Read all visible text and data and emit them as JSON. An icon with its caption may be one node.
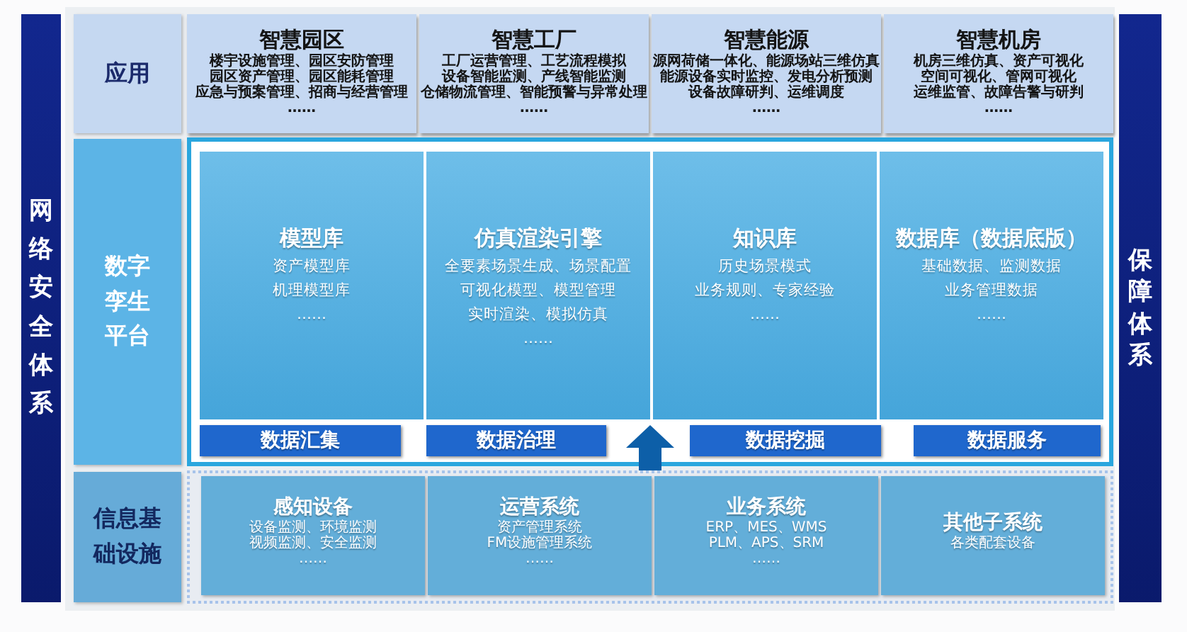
{
  "diagram": {
    "nodes": [
      {
        "text": [
          "网络安全体系"
        ]
      },
      {
        "text": [
          "应用"
        ]
      },
      {
        "text": [
          "智慧园区",
          "楼宇设施管理、园区安防管理",
          "园区资产管理、园区能耗管理",
          "应急与预案管理、招商与经营管理",
          "……"
        ]
      },
      {
        "text": [
          "智慧工厂",
          "工厂运营管理、工艺流程模拟",
          "设备智能监测、产线智能监测",
          "仓储物流管理、智能预警与异常处理",
          "……"
        ]
      },
      {
        "text": [
          "智慧能源",
          "源网荷储一体化、能源场站三维仿真",
          "能源设备实时监控、发电分析预测",
          "设备故障研判、运维调度",
          "……"
        ]
      },
      {
        "text": [
          "智慧机房",
          "机房三维仿真、资产可视化",
          "空间可视化、管网可视化",
          "运维监管、故障告警与研判",
          "……"
        ]
      },
      {
        "text": [
          "数字孪生平台"
        ]
      },
      {
        "text": [],
        "shape": "box"
      },
      {
        "text": [
          "模型库",
          "资产模型库",
          "机理模型库",
          "……"
        ],
        "in": 7
      },
      {
        "text": [
          "仿真渲染引擎",
          "全要素场景生成、场景配置",
          "可视化模型、模型管理",
          "实时渲染、模拟仿真",
          "……"
        ],
        "in": 7
      },
      {
        "text": [
          "知识库",
          "历史场景模式",
          "业务规则、专家经验",
          "……"
        ],
        "in": 7
      },
      {
        "text": [
          "数据库（数据底版）",
          "基础数据、监测数据",
          "业务管理数据",
          "……"
        ],
        "in": 7
      },
      {
        "text": [
          "数据汇集"
        ],
        "in": 7
      },
      {
        "text": [
          "数据治理"
        ],
        "in": 7
      },
      {
        "text": [
          "数据挖掘"
        ],
        "in": 7
      },
      {
        "text": [
          "数据服务"
        ],
        "in": 7
      },
      {
        "text": [
          "信息基础设施"
        ]
      },
      {
        "text": [],
        "shape": "box"
      },
      {
        "text": [
          "感知设备",
          "设备监测、环境监测",
          "视频监测、安全监测",
          "……"
        ],
        "in": 17
      },
      {
        "text": [
          "运营系统",
          "资产管理系统",
          "FM设施管理系统",
          "……"
        ],
        "in": 17
      },
      {
        "text": [
          "业务系统",
          "ERP、MES、WMS",
          "PLM、APS、SRM",
          "……"
        ],
        "in": 17
      },
      {
        "text": [
          "其他子系统",
          "各类配套设备"
        ],
        "in": 17
      },
      {
        "text": [
          "保障体系"
        ]
      }
    ],
    "edges": [
      {
        "from": 17,
        "to": 7,
        "arrow": "to"
      }
    ]
  }
}
